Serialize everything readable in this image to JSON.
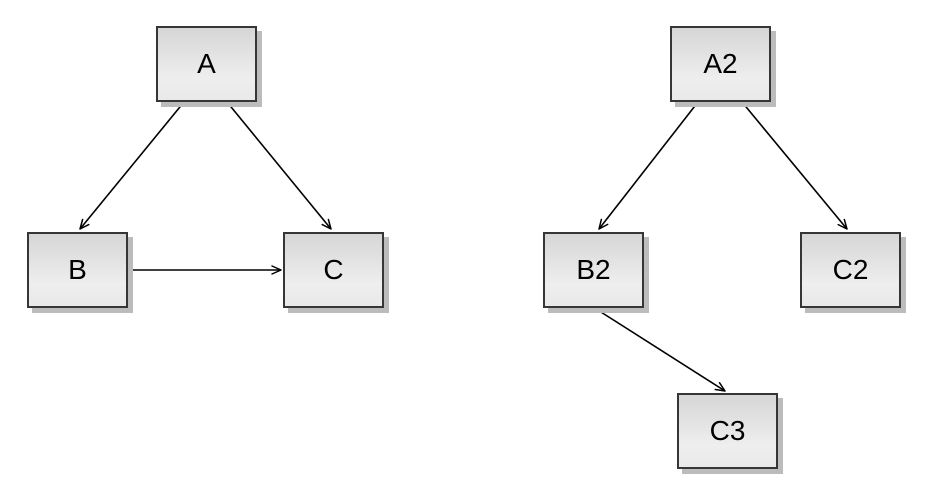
{
  "diagram": {
    "background_color": "#ffffff",
    "node_style": {
      "fill_top": "#d6d6d6",
      "fill_bottom": "#eeeeee",
      "border_color": "#363636",
      "shadow_color": "#bcbcbc",
      "label_color": "#000000"
    },
    "edge_style": {
      "line_color": "#000000",
      "arrowhead": "open-v"
    },
    "left_graph": {
      "nodes": [
        {
          "id": "A",
          "label": "A"
        },
        {
          "id": "B",
          "label": "B"
        },
        {
          "id": "C",
          "label": "C"
        }
      ],
      "edges": [
        {
          "from": "A",
          "to": "B"
        },
        {
          "from": "A",
          "to": "C"
        },
        {
          "from": "B",
          "to": "C"
        }
      ]
    },
    "right_graph": {
      "nodes": [
        {
          "id": "A2",
          "label": "A2"
        },
        {
          "id": "B2",
          "label": "B2"
        },
        {
          "id": "C2",
          "label": "C2"
        },
        {
          "id": "C3",
          "label": "C3"
        }
      ],
      "edges": [
        {
          "from": "A2",
          "to": "B2"
        },
        {
          "from": "A2",
          "to": "C2"
        },
        {
          "from": "B2",
          "to": "C3"
        }
      ]
    }
  }
}
